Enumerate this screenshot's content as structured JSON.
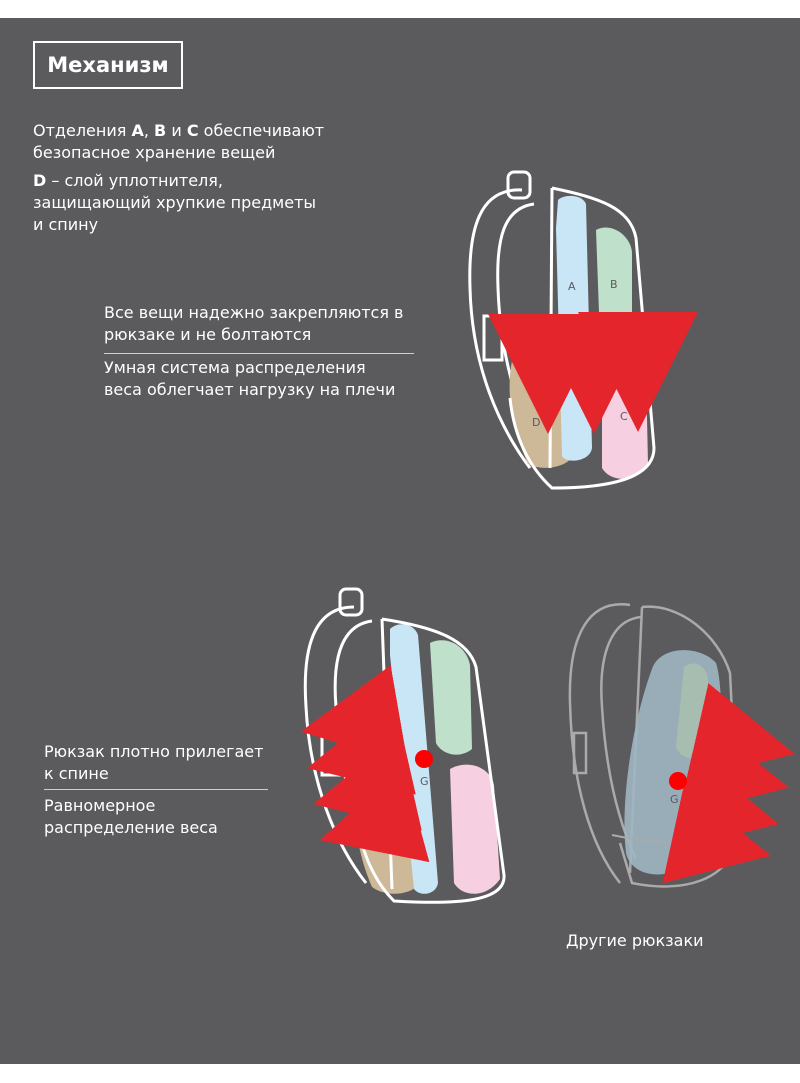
{
  "header": {
    "title": "Механизм"
  },
  "intro": {
    "line1_prefix": "Отделения ",
    "a": "A",
    "sep1": ", ",
    "b": "B",
    "sep2": " и ",
    "c": "C",
    "line1_suffix": " обеспечивают",
    "line2": "безопасное хранение вещей",
    "d": "D",
    "d_line1_rest": " – слой уплотнителя,",
    "d_line2": "защищающий хрупкие предметы",
    "d_line3": "и спину"
  },
  "feature_top": {
    "line1": "Все вещи надежно закрепляются в",
    "line2": "рюкзаке и не болтаются",
    "line3": "Умная система распределения",
    "line4": "веса облегчает нагрузку на плечи"
  },
  "feature_bottom": {
    "line1": "Рюкзак плотно прилегает",
    "line2": "к спине",
    "line3": "Равномерное",
    "line4": "распределение веса"
  },
  "diagram_labels": {
    "a": "A",
    "b": "B",
    "c": "C",
    "d": "D",
    "g": "G",
    "g_other": "G"
  },
  "other_caption": "Другие рюкзаки",
  "colors": {
    "background": "#5b5b5d",
    "compartment_a": "#c9e6f7",
    "compartment_b": "#bfe0cb",
    "compartment_c": "#f6cfe1",
    "layer_d": "#cdb898",
    "arrow": "#e4262c",
    "center_of_gravity": "#ff0000"
  }
}
